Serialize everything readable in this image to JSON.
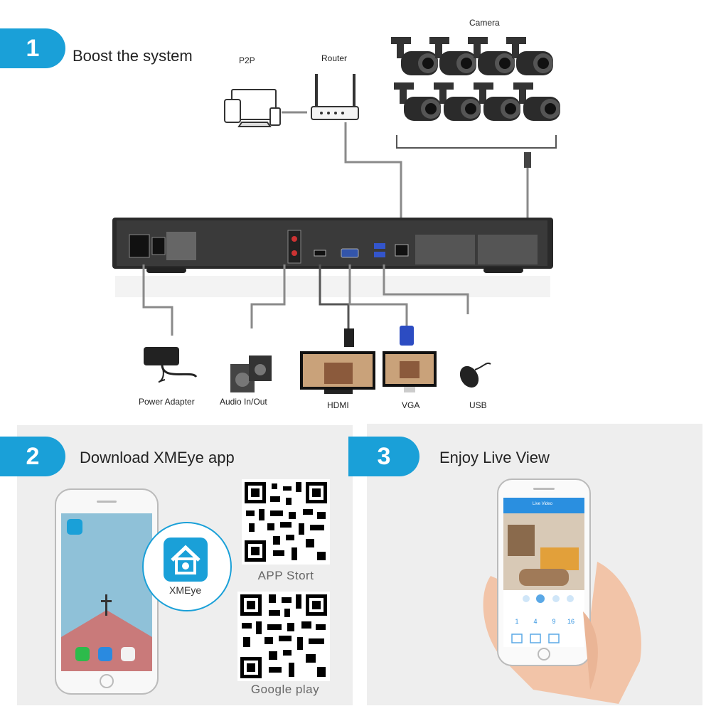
{
  "step1": {
    "number": "1",
    "title": "Boost the system"
  },
  "step2": {
    "number": "2",
    "title": "Download XMEye app"
  },
  "step3": {
    "number": "3",
    "title": "Enjoy Live View"
  },
  "labels": {
    "p2p": "P2P",
    "router": "Router",
    "camera": "Camera",
    "power_adapter": "Power Adapter",
    "audio": "Audio In/Out",
    "hdmi": "HDMI",
    "vga": "VGA",
    "usb": "USB"
  },
  "app": {
    "name": "XMEye",
    "icon_label": "XMEye"
  },
  "qr": {
    "app_store_caption": "APP  Stort",
    "google_caption": "Google play"
  },
  "phone3": {
    "header_title": "Live Video",
    "grid_labels": [
      "1",
      "4",
      "9",
      "16"
    ]
  },
  "colors": {
    "accent": "#1aa0d8",
    "panel_bg": "#eeeeee",
    "cable": "#8a8a8a",
    "nvr_body": "#2a2a2a"
  }
}
